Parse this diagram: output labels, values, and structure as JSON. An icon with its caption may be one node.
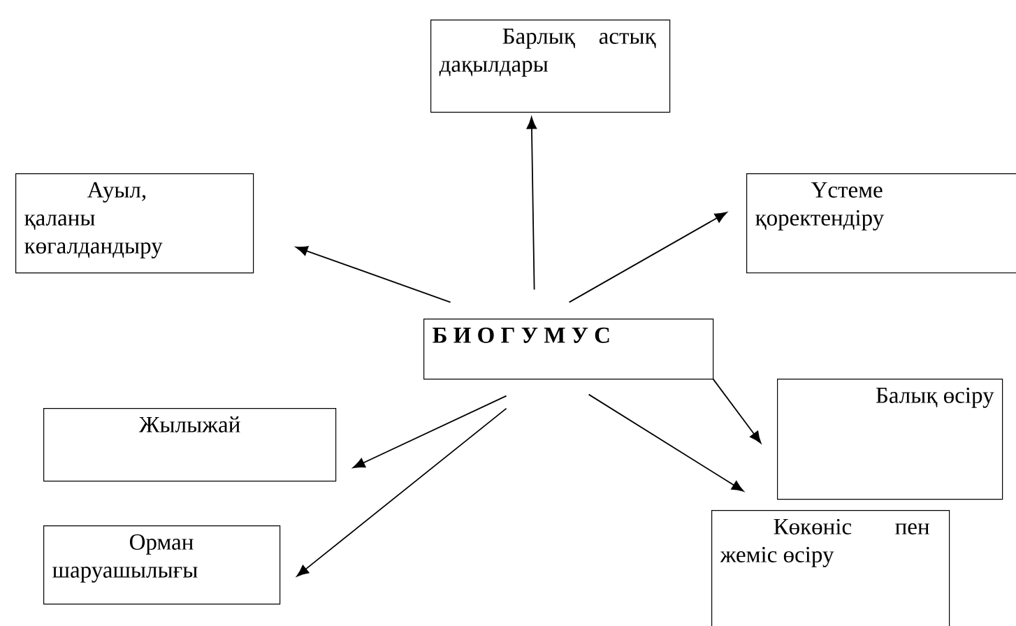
{
  "diagram": {
    "nodes": [
      {
        "text": [
          "Б И О Г У М У С"
        ]
      },
      {
        "text": [
          "Барлық астық дақылдары"
        ]
      },
      {
        "text": [
          "Ауыл, қаланы көгалдандыру"
        ]
      },
      {
        "text": [
          "Үстеме қоректендіру"
        ]
      },
      {
        "text": [
          "Жылыжай"
        ]
      },
      {
        "text": [
          "Балық өсіру"
        ]
      },
      {
        "text": [
          "Орман шаруашылығы"
        ]
      },
      {
        "text": [
          "Көкөніс пен жеміс өсіру"
        ]
      }
    ],
    "edges": [
      {
        "from": 0,
        "to": 1,
        "arrow": "to"
      },
      {
        "from": 0,
        "to": 2,
        "arrow": "to"
      },
      {
        "from": 0,
        "to": 3,
        "arrow": "to"
      },
      {
        "from": 0,
        "to": 4,
        "arrow": "to"
      },
      {
        "from": 0,
        "to": 5,
        "arrow": "to"
      },
      {
        "from": 0,
        "to": 6,
        "arrow": "to"
      },
      {
        "from": 0,
        "to": 7,
        "arrow": "to"
      }
    ]
  }
}
